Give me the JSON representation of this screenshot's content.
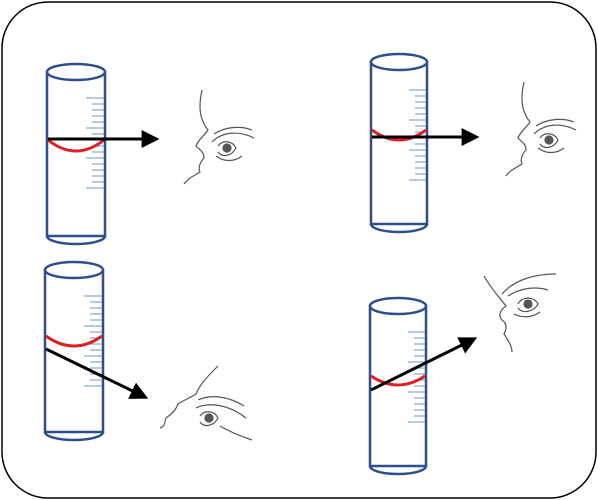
{
  "colors": {
    "background": "#ffffff",
    "border": "#000000",
    "cylinder_outline": "#2e4f8c",
    "scale_ticks": "#6f93c7",
    "meniscus": "#e02020",
    "sight_line": "#000000",
    "face_sketch": "#555555"
  },
  "panels": [
    {
      "name": "top-left",
      "view": "eye-level",
      "meniscus_shape": "concave"
    },
    {
      "name": "top-right",
      "view": "eye-level",
      "meniscus_shape": "concave"
    },
    {
      "name": "bottom-left",
      "view": "from-above",
      "meniscus_shape": "concave"
    },
    {
      "name": "bottom-right",
      "view": "from-below",
      "meniscus_shape": "concave"
    }
  ],
  "icons": {
    "eye": "eye-icon",
    "face": "face-profile-icon",
    "arrow": "arrow-icon"
  }
}
